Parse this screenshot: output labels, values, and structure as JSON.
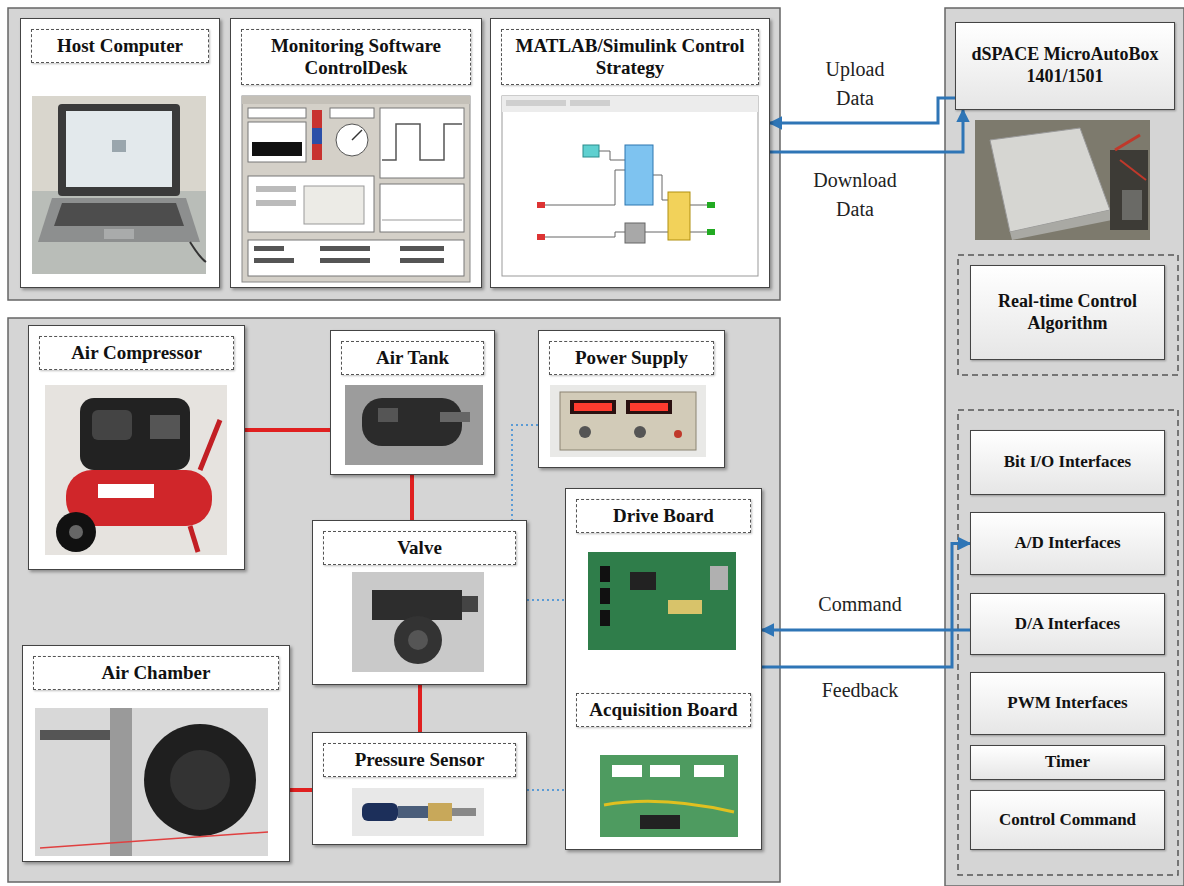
{
  "diagram": {
    "nodes": [
      {
        "text": [
          "Host Computer"
        ]
      },
      {
        "text": [
          "Monitoring Software ControlDesk"
        ]
      },
      {
        "text": [
          "MATLAB/Simulink Control Strategy"
        ]
      },
      {
        "text": [
          "dSPACE MicroAutoBox 1401/1501"
        ]
      },
      {
        "text": [
          "Real-time Control Algorithm"
        ]
      },
      {
        "text": [
          "Air Compressor"
        ]
      },
      {
        "text": [
          "Air Tank"
        ]
      },
      {
        "text": [
          "Power Supply"
        ]
      },
      {
        "text": [
          "Valve"
        ]
      },
      {
        "text": [
          "Drive Board",
          "Acquisition Board"
        ]
      },
      {
        "text": [
          "Air Chamber"
        ]
      },
      {
        "text": [
          "Pressure Sensor"
        ]
      },
      {
        "text": [
          "Bit I/O Interfaces"
        ]
      },
      {
        "text": [
          "A/D Interfaces"
        ]
      },
      {
        "text": [
          "D/A Interfaces"
        ]
      },
      {
        "text": [
          "PWM Interfaces"
        ]
      },
      {
        "text": [
          "Timer"
        ]
      },
      {
        "text": [
          "Control Command"
        ]
      }
    ],
    "edges": [
      {
        "from": 3,
        "to": 2,
        "arrow": "to",
        "label": "Upload Data"
      },
      {
        "from": 2,
        "to": 3,
        "arrow": "to",
        "label": "Download Data"
      },
      {
        "from": 5,
        "to": 6,
        "arrow": "none"
      },
      {
        "from": 6,
        "to": 8,
        "arrow": "none"
      },
      {
        "from": 8,
        "to": 11,
        "arrow": "none"
      },
      {
        "from": 11,
        "to": 10,
        "arrow": "none"
      },
      {
        "from": 7,
        "to": 8,
        "arrow": "none"
      },
      {
        "from": 8,
        "to": 9,
        "arrow": "none"
      },
      {
        "from": 11,
        "to": 9,
        "arrow": "none"
      },
      {
        "from": 14,
        "to": 9,
        "arrow": "to",
        "label": "Command"
      },
      {
        "from": 9,
        "to": 13,
        "arrow": "to",
        "label": "Feedback"
      }
    ]
  }
}
